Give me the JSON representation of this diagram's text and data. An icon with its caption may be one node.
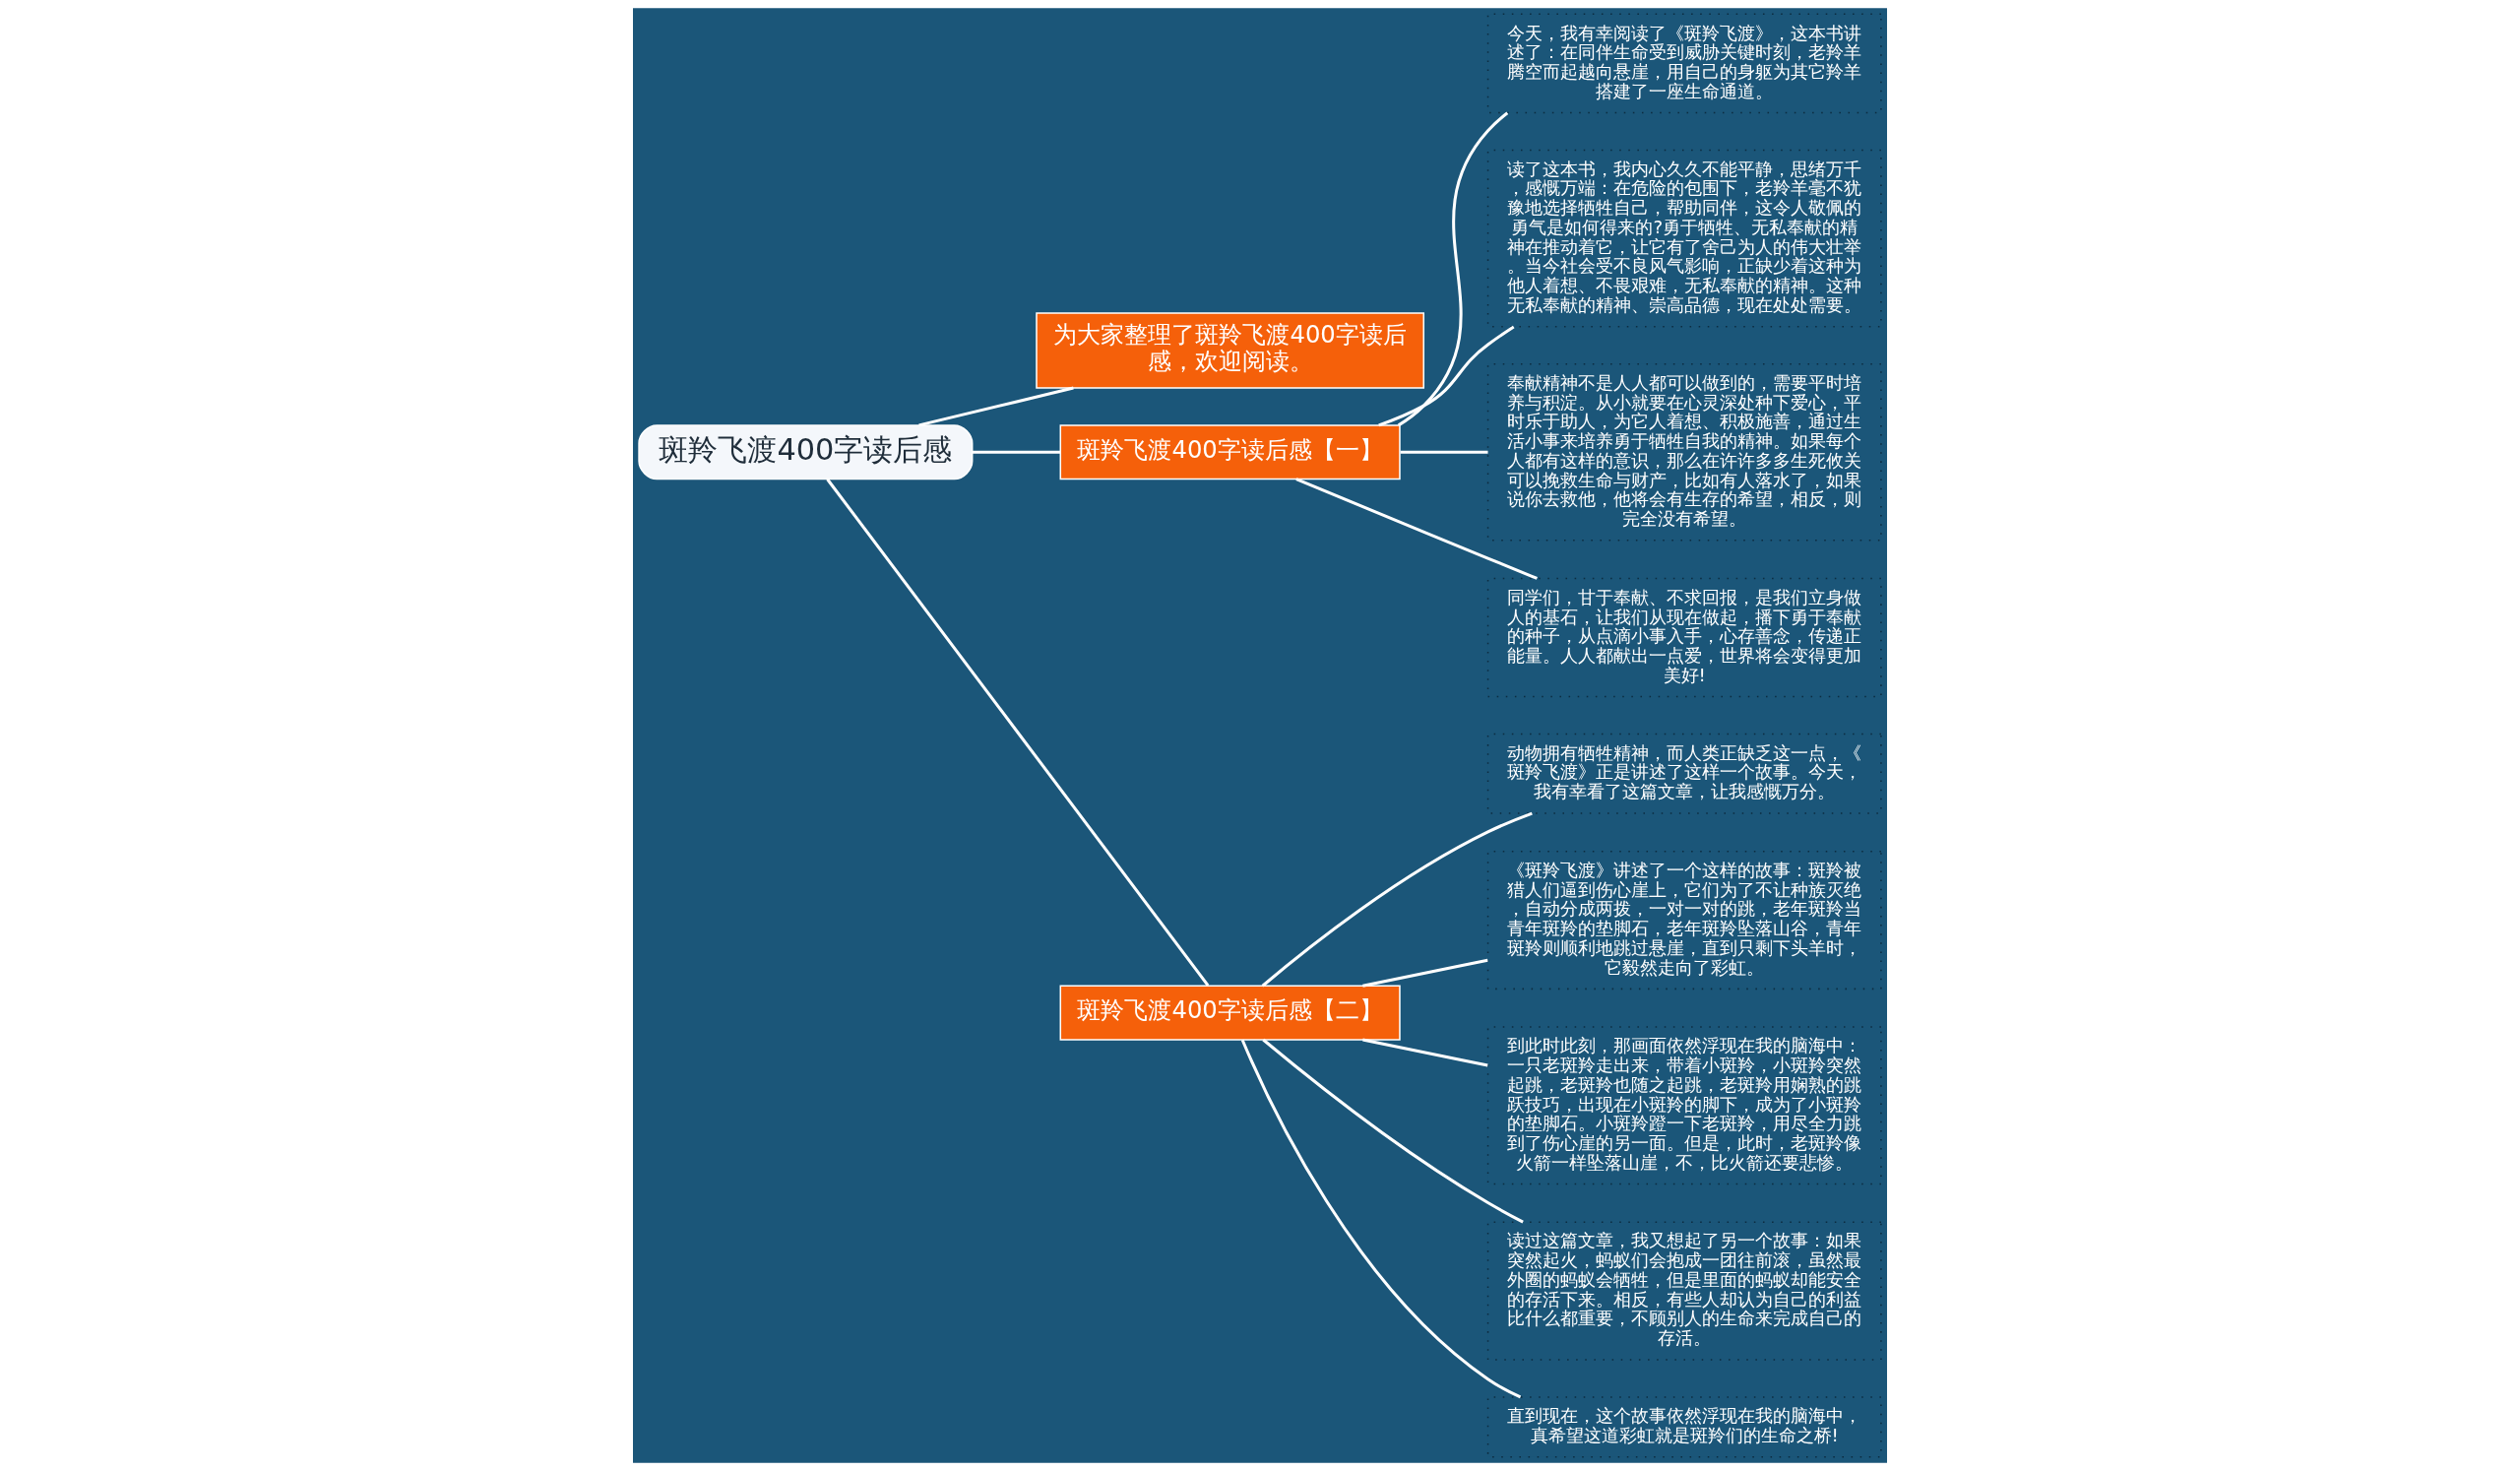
{
  "diagram": {
    "nodes": [
      {
        "text": [
          "斑羚飞渡400字读后感"
        ]
      },
      {
        "text": [
          "为大家整理了斑羚飞渡400字读后感，欢迎阅读。"
        ]
      },
      {
        "text": [
          "斑羚飞渡400字读后感【一】"
        ]
      },
      {
        "text": [
          "今天，我有幸阅读了《斑羚飞渡》，这本书讲述了：在同伴生命受到威胁关键时刻，老羚羊腾空而起越向悬崖，用自己的身躯为其它羚羊搭建了一座生命通道。"
        ]
      },
      {
        "text": [
          "读了这本书，我内心久久不能平静，思绪万千，感慨万端：在危险的包围下，老羚羊毫不犹豫地选择牺牲自己，帮助同伴，这令人敬佩的勇气是如何得来的?勇于牺牲、无私奉献的精神在推动着它，让它有了舍己为人的伟大壮举。当今社会受不良风气影响，正缺少着这种为他人着想、不畏艰难，无私奉献的精神。这种无私奉献的精神、崇高品德，现在处处需要。"
        ]
      },
      {
        "text": [
          "奉献精神不是人人都可以做到的，需要平时培养与积淀。从小就要在心灵深处种下爱心，平时乐于助人，为它人着想、积极施善，通过生活小事来培养勇于牺牲自我的精神。如果每个人都有这样的意识，那么在许许多多生死攸关可以挽救生命与财产，比如有人落水了，如果说你去救他，他将会有生存的希望，相反，则完全没有希望。"
        ]
      },
      {
        "text": [
          "同学们，甘于奉献、不求回报，是我们立身做人的基石，让我们从现在做起，播下勇于奉献的种子，从点滴小事入手，心存善念，传递正能量。人人都献出一点爱，世界将会变得更加美好!"
        ]
      },
      {
        "text": [
          "斑羚飞渡400字读后感【二】"
        ]
      },
      {
        "text": [
          "动物拥有牺牲精神，而人类正缺乏这一点，《斑羚飞渡》正是讲述了这样一个故事。今天，我有幸看了这篇文章，让我感慨万分。"
        ]
      },
      {
        "text": [
          "《斑羚飞渡》讲述了一个这样的故事：斑羚被猎人们逼到伤心崖上，它们为了不让种族灭绝，自动分成两拨，一对一对的跳，老年斑羚当青年斑羚的垫脚石，老年斑羚坠落山谷，青年斑羚则顺利地跳过悬崖，直到只剩下头羊时，它毅然走向了彩虹。"
        ]
      },
      {
        "text": [
          "到此时此刻，那画面依然浮现在我的脑海中：一只老斑羚走出来，带着小斑羚，小斑羚突然起跳，老斑羚也随之起跳，老斑羚用娴熟的跳跃技巧，出现在小斑羚的脚下，成为了小斑羚的垫脚石。小斑羚蹬一下老斑羚，用尽全力跳到了伤心崖的另一面。但是，此时，老斑羚像火箭一样坠落山崖，不，比火箭还要悲惨。"
        ]
      },
      {
        "text": [
          "读过这篇文章，我又想起了另一个故事：如果突然起火，蚂蚁们会抱成一团往前滚，虽然最外圈的蚂蚁会牺牲，但是里面的蚂蚁却能安全的存活下来。相反，有些人却认为自己的利益比什么都重要，不顾别人的生命来完成自己的存活。"
        ]
      },
      {
        "text": [
          "直到现在，这个故事依然浮现在我的脑海中，真希望这道彩虹就是斑羚们的生命之桥!"
        ]
      }
    ],
    "edges": [
      {
        "from": 0,
        "to": 1,
        "arrow": "none"
      },
      {
        "from": 0,
        "to": 2,
        "arrow": "none"
      },
      {
        "from": 2,
        "to": 3,
        "arrow": "none"
      },
      {
        "from": 2,
        "to": 4,
        "arrow": "none"
      },
      {
        "from": 2,
        "to": 5,
        "arrow": "none"
      },
      {
        "from": 2,
        "to": 6,
        "arrow": "none"
      },
      {
        "from": 0,
        "to": 7,
        "arrow": "none"
      },
      {
        "from": 7,
        "to": 8,
        "arrow": "none"
      },
      {
        "from": 7,
        "to": 9,
        "arrow": "none"
      },
      {
        "from": 7,
        "to": 10,
        "arrow": "none"
      },
      {
        "from": 7,
        "to": 11,
        "arrow": "none"
      },
      {
        "from": 7,
        "to": 12,
        "arrow": "none"
      }
    ]
  }
}
